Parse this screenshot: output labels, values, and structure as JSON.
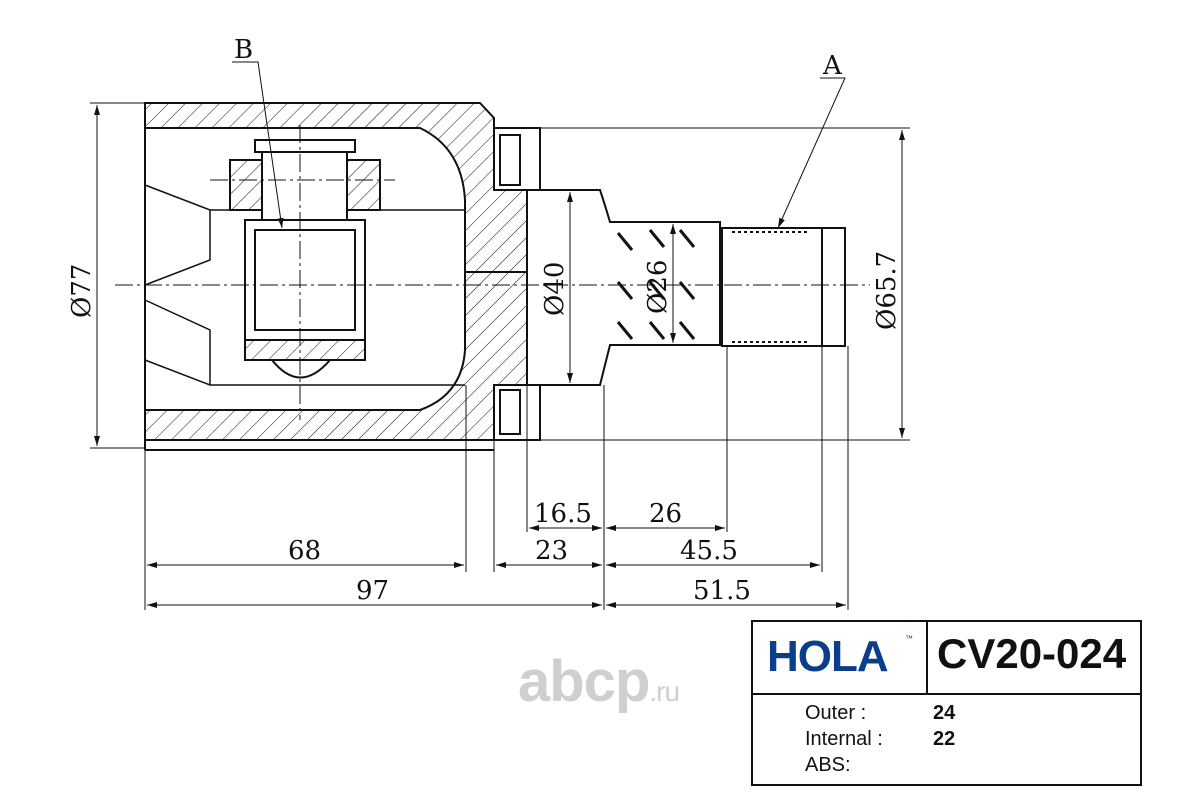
{
  "labels": {
    "callout_b": "B",
    "callout_a": "A"
  },
  "diameters": {
    "d77": "Ø77",
    "d40": "Ø40",
    "d26": "Ø26",
    "d65_7": "Ø65.7"
  },
  "lengths": {
    "l16_5": "16.5",
    "l26": "26",
    "l68": "68",
    "l23": "23",
    "l45_5": "45.5",
    "l97": "97",
    "l51_5": "51.5"
  },
  "title_block": {
    "brand": "HOLA",
    "trademark": "™",
    "part_number": "CV20-024",
    "specs": [
      {
        "label": "Outer :",
        "value": "24"
      },
      {
        "label": "Internal :",
        "value": "22"
      },
      {
        "label": "ABS:",
        "value": ""
      }
    ]
  },
  "watermark": {
    "name": "abcp",
    "tld": ".ru"
  },
  "colors": {
    "line": "#111111",
    "brand_blue": "#0a3e8a",
    "watermark_gray": "#cfcfcf"
  }
}
